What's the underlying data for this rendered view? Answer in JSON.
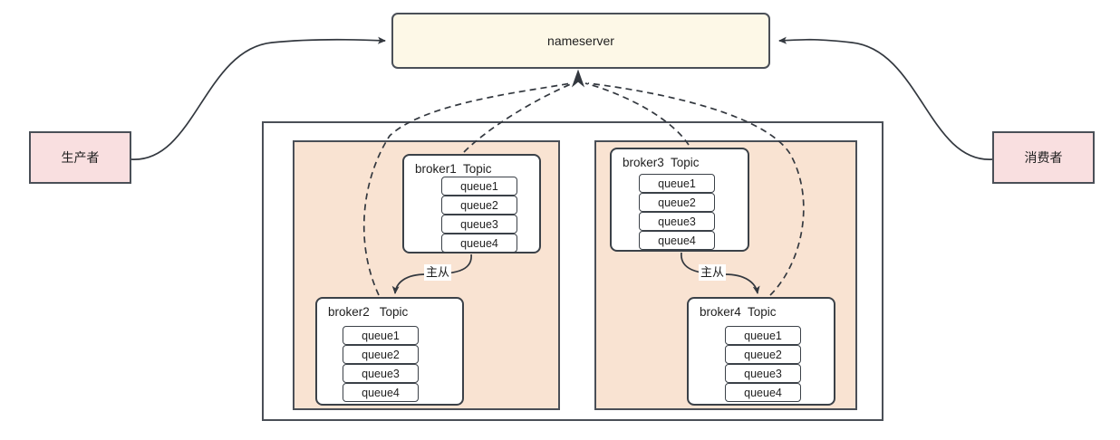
{
  "diagram": {
    "title_node": {
      "label": "nameserver"
    },
    "actors": [
      {
        "name": "producer",
        "label": "生产者"
      },
      {
        "name": "consumer",
        "label": "消费者"
      }
    ],
    "brokers": [
      {
        "id": "broker1",
        "label": "broker1  Topic",
        "queues": [
          "queue1",
          "queue2",
          "queue3",
          "queue4"
        ]
      },
      {
        "id": "broker2",
        "label": "broker2   Topic",
        "queues": [
          "queue1",
          "queue2",
          "queue3",
          "queue4"
        ]
      },
      {
        "id": "broker3",
        "label": "broker3  Topic",
        "queues": [
          "queue1",
          "queue2",
          "queue3",
          "queue4"
        ]
      },
      {
        "id": "broker4",
        "label": "broker4  Topic",
        "queues": [
          "queue1",
          "queue2",
          "queue3",
          "queue4"
        ]
      }
    ],
    "edge_labels": [
      {
        "name": "master-slave-left",
        "label": "主从"
      },
      {
        "name": "master-slave-right",
        "label": "主从"
      }
    ],
    "colors": {
      "nameserver_fill": "#fdf8e7",
      "actor_fill": "#f9dfe0",
      "group_fill": "#f9e3d2",
      "broker_fill": "#ffffff",
      "stroke": "#4a4f57",
      "background": "#ffffff"
    }
  }
}
